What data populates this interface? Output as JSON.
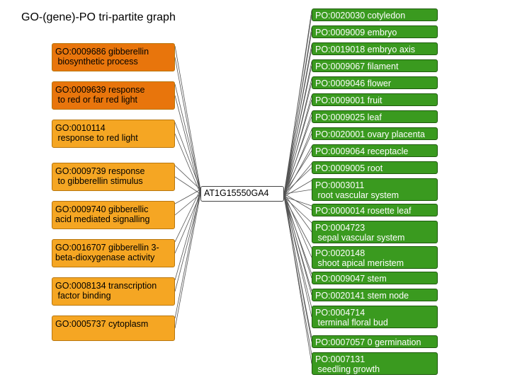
{
  "title": "GO-(gene)-PO tri-partite graph",
  "colors": {
    "go_dark": "#e8750c",
    "go_light": "#f5a623",
    "po": "#3a9a1f",
    "edge": "#555555"
  },
  "gene": "AT1G15550GA4",
  "go_terms": [
    "GO:0009686 gibberellin\n biosynthetic process",
    "GO:0009639 response\n to red or far red light",
    "GO:0010114\n response to red light",
    "GO:0009739 response\n to gibberellin stimulus",
    "GO:0009740 gibberellic\nacid mediated signalling",
    "GO:0016707 gibberellin 3-\nbeta-dioxygenase activity",
    "GO:0008134 transcription\n factor binding",
    "GO:0005737 cytoplasm"
  ],
  "po_terms": [
    "PO:0020030 cotyledon",
    "PO:0009009 embryo",
    "PO:0019018 embryo axis",
    "PO:0009067 filament",
    "PO:0009046 flower",
    "PO:0009001 fruit",
    "PO:0009025 leaf",
    "PO:0020001 ovary placenta",
    "PO:0009064 receptacle",
    "PO:0009005 root",
    "PO:0003011\n root vascular system",
    "PO:0000014 rosette leaf",
    "PO:0004723\n sepal vascular system",
    "PO:0020148\n shoot apical meristem",
    "PO:0009047 stem",
    "PO:0020141 stem node",
    "PO:0004714\n terminal floral bud",
    "PO:0007057 0 germination",
    "PO:0007131\n seedling growth"
  ]
}
